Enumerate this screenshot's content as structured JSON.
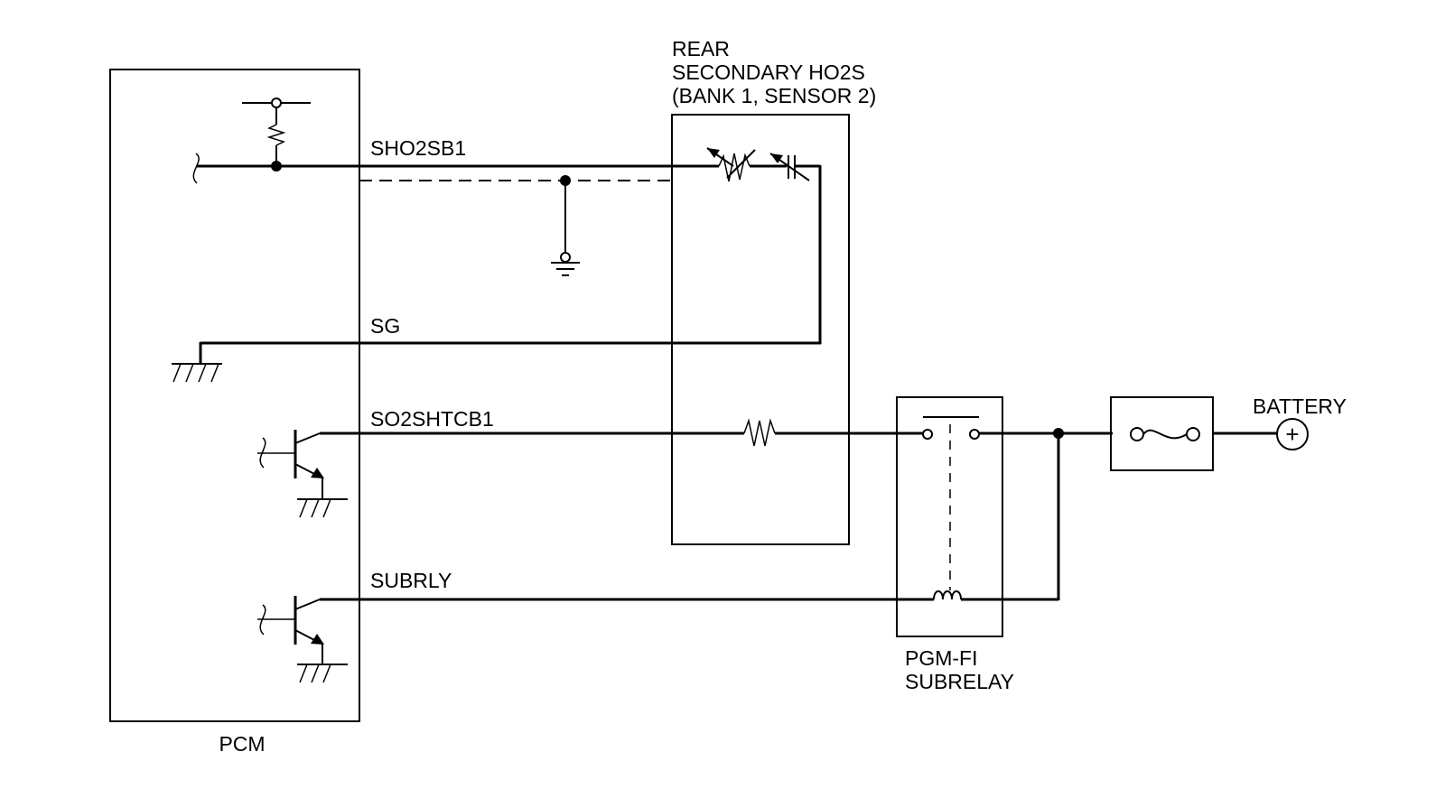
{
  "diagram": {
    "pcm_label": "PCM",
    "sensor_label": [
      "REAR",
      "SECONDARY HO2S",
      "(BANK 1, SENSOR 2)"
    ],
    "relay_label": [
      "PGM-FI",
      "SUBRELAY"
    ],
    "battery_label": "BATTERY",
    "battery_symbol": "+",
    "wires": {
      "sho2sb1": "SHO2SB1",
      "sg": "SG",
      "so2shtcb1": "SO2SHTCB1",
      "subrly": "SUBRLY"
    }
  }
}
